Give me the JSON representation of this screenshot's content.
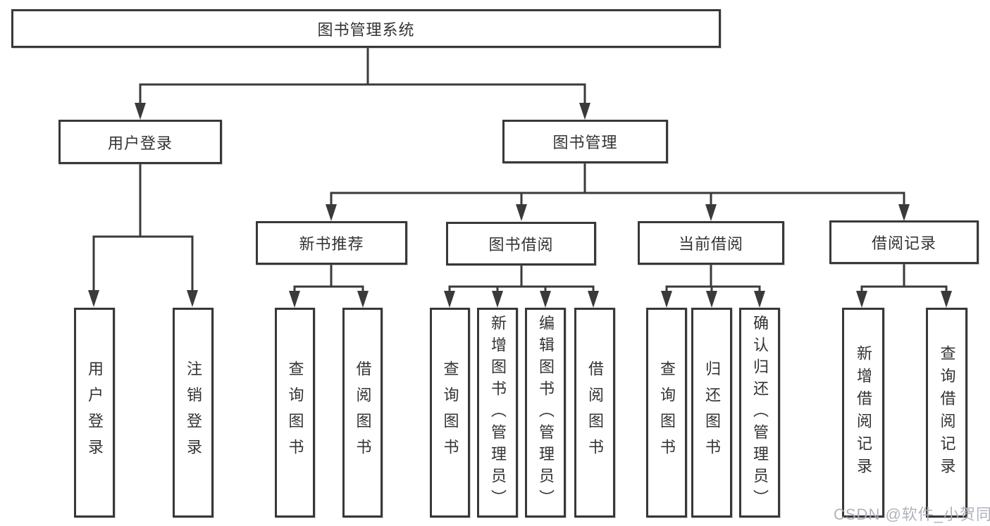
{
  "diagram_title": "图书管理系统",
  "tree": {
    "root": {
      "label": "图书管理系统"
    },
    "children": [
      {
        "label": "用户登录",
        "children": [
          {
            "label": "用户登录"
          },
          {
            "label": "注销登录"
          }
        ]
      },
      {
        "label": "图书管理",
        "children": [
          {
            "label": "新书推荐",
            "children": [
              {
                "label": "查询图书"
              },
              {
                "label": "借阅图书"
              }
            ]
          },
          {
            "label": "图书借阅",
            "children": [
              {
                "label": "查询图书"
              },
              {
                "label": "新增图书（管理员）"
              },
              {
                "label": "编辑图书（管理员）"
              },
              {
                "label": "借阅图书"
              }
            ]
          },
          {
            "label": "当前借阅",
            "children": [
              {
                "label": "查询图书"
              },
              {
                "label": "归还图书"
              },
              {
                "label": "确认归还（管理员）"
              }
            ]
          },
          {
            "label": "借阅记录",
            "children": [
              {
                "label": "新增借阅记录"
              },
              {
                "label": "查询借阅记录"
              }
            ]
          }
        ]
      }
    ]
  },
  "watermark": {
    "text": "CSDN @软件_小贺同学"
  },
  "colors": {
    "background": "#ffffff",
    "line": "#3a3a3a",
    "box_border": "#383838",
    "text": "#333333",
    "watermark": "#abafb6"
  }
}
